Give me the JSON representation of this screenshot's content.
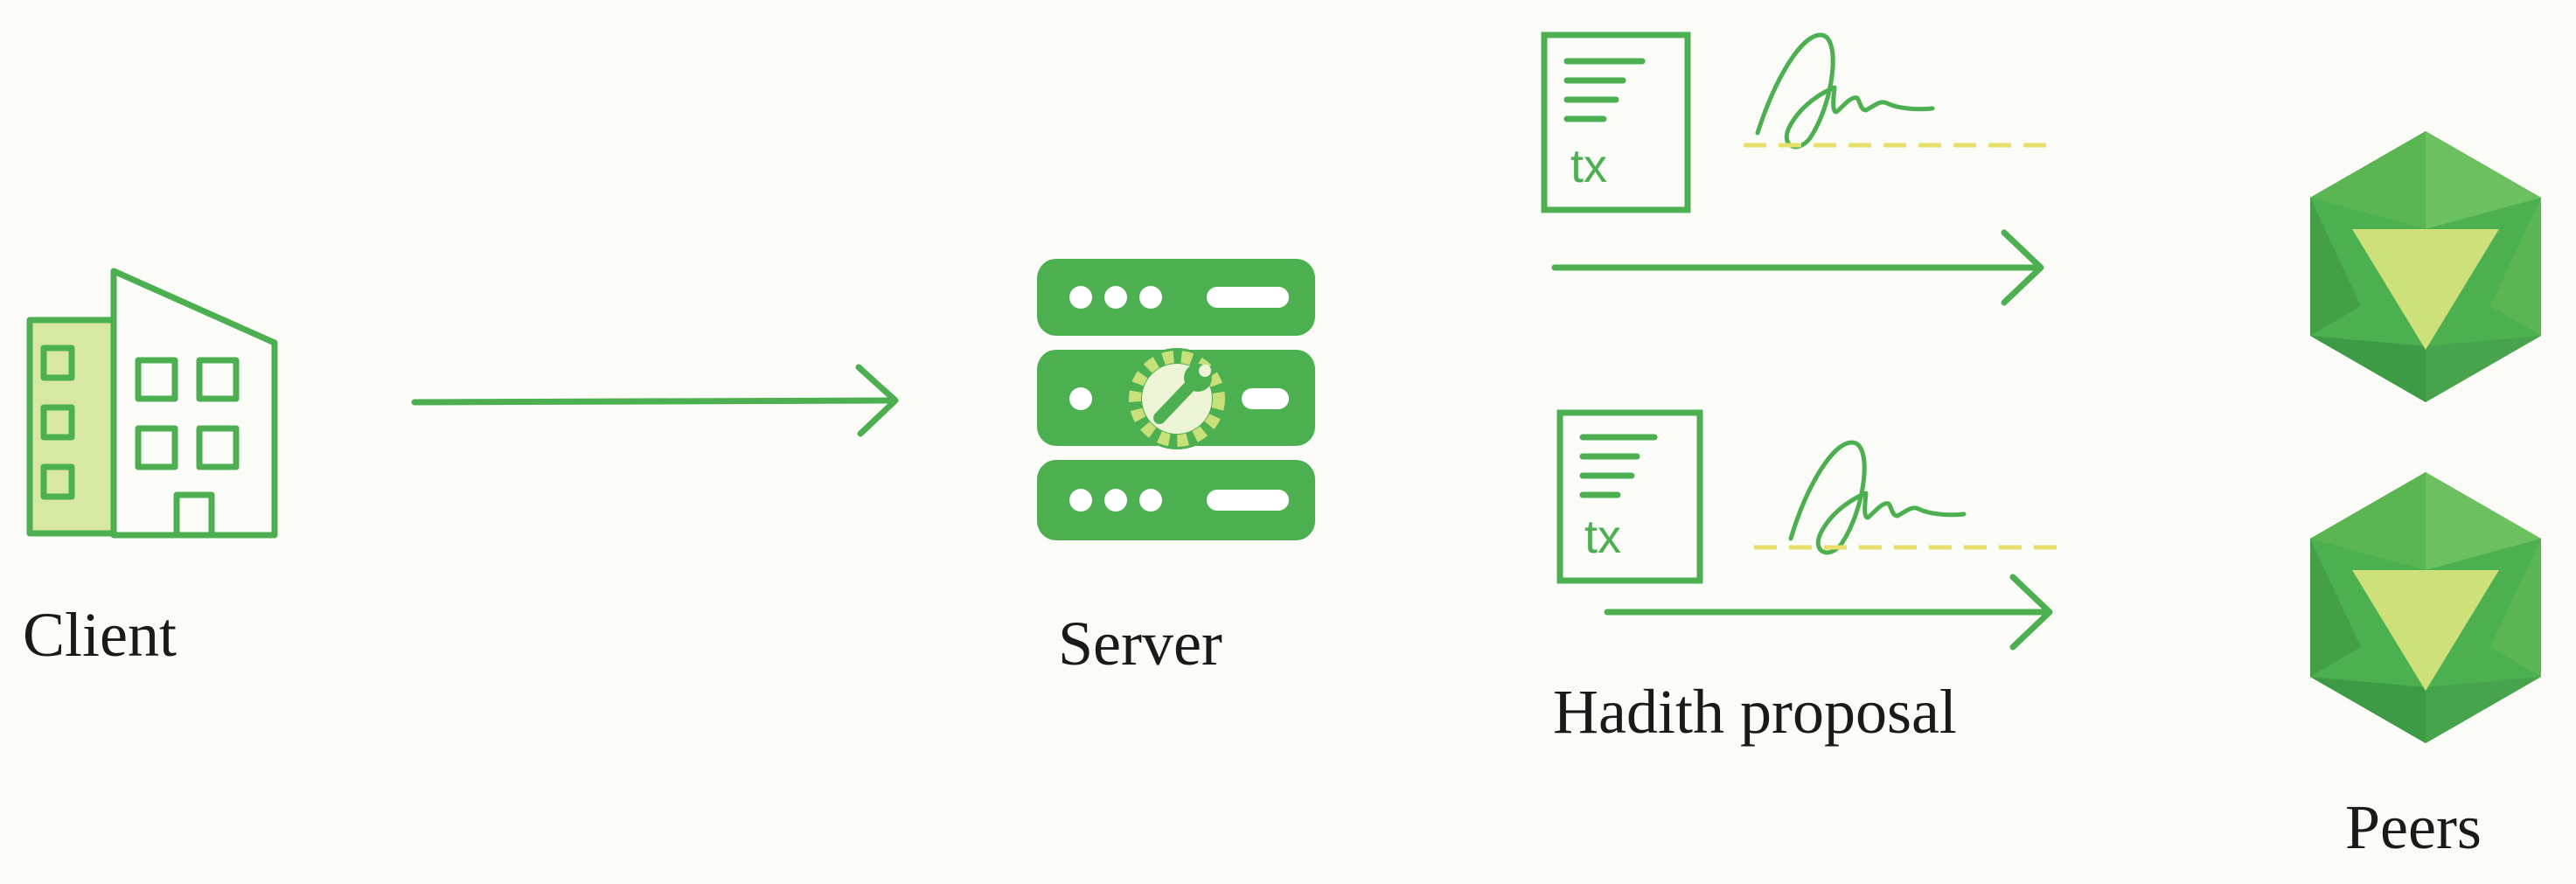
{
  "labels": {
    "client": "Client",
    "server": "Server",
    "proposal": "Hadith proposal",
    "peers": "Peers"
  },
  "documents": [
    {
      "tag": "tx"
    },
    {
      "tag": "tx"
    }
  ],
  "icons": {
    "client": "office-building-icon",
    "server": "server-rack-icon",
    "settings": "wrench-gear-icon",
    "document": "transaction-document-icon",
    "signature": "signature-icon",
    "peer": "icosahedron-node-icon",
    "arrow": "arrow-right-icon"
  },
  "colors": {
    "primary_green": "#4caf50",
    "dark_green": "#3d9a45",
    "light_green": "#c8e07a",
    "pale_green": "#d7e8a5",
    "signature_line": "#e8e06a",
    "text": "#1a1a1a",
    "background": "#fbfbf8"
  }
}
